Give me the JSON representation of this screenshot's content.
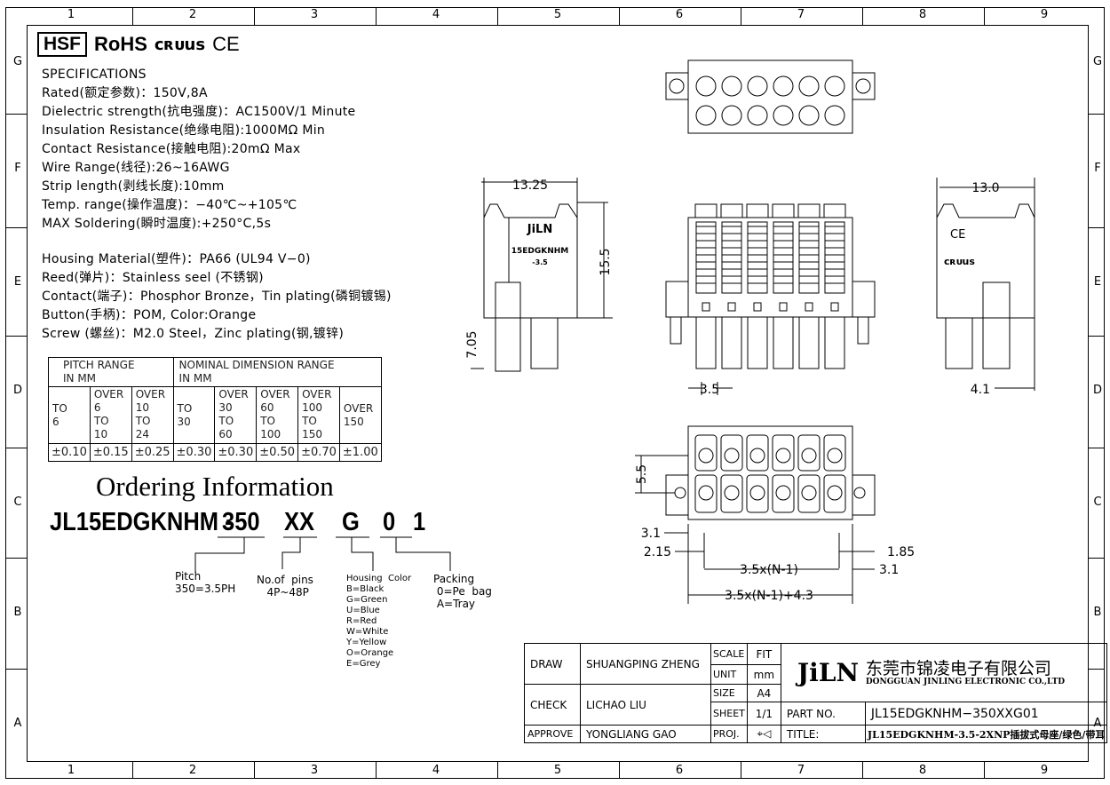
{
  "zones": {
    "columns": [
      "1",
      "2",
      "3",
      "4",
      "5",
      "6",
      "7",
      "8",
      "9"
    ],
    "rows": [
      "G",
      "F",
      "E",
      "D",
      "C",
      "B",
      "A"
    ]
  },
  "certs": {
    "hsf": "HSF",
    "rohs": "RoHS",
    "ul": "cʀᴜus",
    "ce": "CE"
  },
  "specifications": {
    "heading": "SPECIFICATIONS",
    "lines": [
      "Rated(额定参数)：150V,8A",
      "Dielectric strength(抗电强度)：AC1500V/1 Minute",
      "Insulation Resistance(绝缘电阻):1000MΩ Min",
      "Contact Resistance(接触电阻):20mΩ Max",
      "Wire Range(线径):26~16AWG",
      "Strip length(剥线长度):10mm",
      "Temp. range(操作温度)：−40℃~+105℃",
      "MAX Soldering(瞬时温度):+250°C,5s"
    ],
    "material_lines": [
      "Housing Material(塑件)：PA66 (UL94 V−0)",
      "Reed(弹片)：Stainless seel (不锈钢)",
      "Contact(端子)：Phosphor Bronze，Tin plating(磷铜镀锡)",
      "Button(手柄)：POM, Color:Orange",
      "Screw (螺丝)：M2.0 Steel，Zinc plating(钢,镀锌)"
    ]
  },
  "tolerance_table": {
    "pitch_header": "PITCH RANGE\nIN MM",
    "nominal_header": "NOMINAL DIMENSION RANGE\nIN MM",
    "ranges": [
      "TO\n6",
      "OVER\n6\nTO\n10",
      "OVER\n10\nTO\n24",
      "TO\n30",
      "OVER\n30\nTO\n60",
      "OVER\n60\nTO\n100",
      "OVER\n100\nTO\n150",
      "OVER\n150"
    ],
    "tolerances": [
      "±0.10",
      "±0.15",
      "±0.25",
      "±0.30",
      "±0.30",
      "±0.50",
      "±0.70",
      "±1.00"
    ]
  },
  "ordering": {
    "title": "Ordering Information",
    "base": "JL15EDGKNHM -",
    "parts": [
      "350",
      "XX",
      "G",
      "0",
      "1"
    ],
    "notes": {
      "pitch": "Pitch\n350=3.5PH",
      "pins": "No.of  pins\n   4P~48P",
      "color": "Housing  Color\nB=Black\nG=Green\nU=Blue\nR=Red\nW=White\nY=Yellow\nO=Orange\nE=Grey",
      "packing": "Packing\n 0=Pe  bag\n A=Tray"
    }
  },
  "drawing": {
    "side_logo": "JiLN",
    "side_model": "15EDGKNHM",
    "side_pitch": "-3.5",
    "dims": {
      "w_left": "13.25",
      "h_left": "15.5",
      "pin_len": "7.05",
      "pitch": "3.5",
      "w_right": "13.0",
      "offset_right": "4.1",
      "row_gap": "5.5",
      "d31a": "3.1",
      "d215": "2.15",
      "d185": "1.85",
      "d31b": "3.1",
      "span": "3.5x(N-1)",
      "total": "3.5x(N-1)+4.3"
    },
    "right_ce": "CE",
    "right_ul": "cʀᴜus"
  },
  "title_block": {
    "draw_label": "DRAW",
    "draw_name": "SHUANGPING  ZHENG",
    "check_label": "CHECK",
    "check_name": "LICHAO   LIU",
    "approve_label": "APPROVE",
    "approve_name": "YONGLIANG  GAO",
    "scale_label": "SCALE",
    "scale": "FIT",
    "unit_label": "UNIT",
    "unit": "mm",
    "size_label": "SIZE",
    "size": "A4",
    "sheet_label": "SHEET",
    "sheet": "1/1",
    "proj_label": "PROJ.",
    "proj": "⌖◁",
    "company_logo": "JiLN",
    "company_cn": "东莞市锦凌电子有限公司",
    "company_en": "DONGGUAN JINLING ELECTRONIC CO.,LTD",
    "part_no_label": "PART NO.",
    "part_no": "JL15EDGKNHM−350XXG01",
    "title_label": "TITLE:",
    "title": "JL15EDGKNHM-3.5-2XNP插拔式母座/绿色/带耳"
  }
}
